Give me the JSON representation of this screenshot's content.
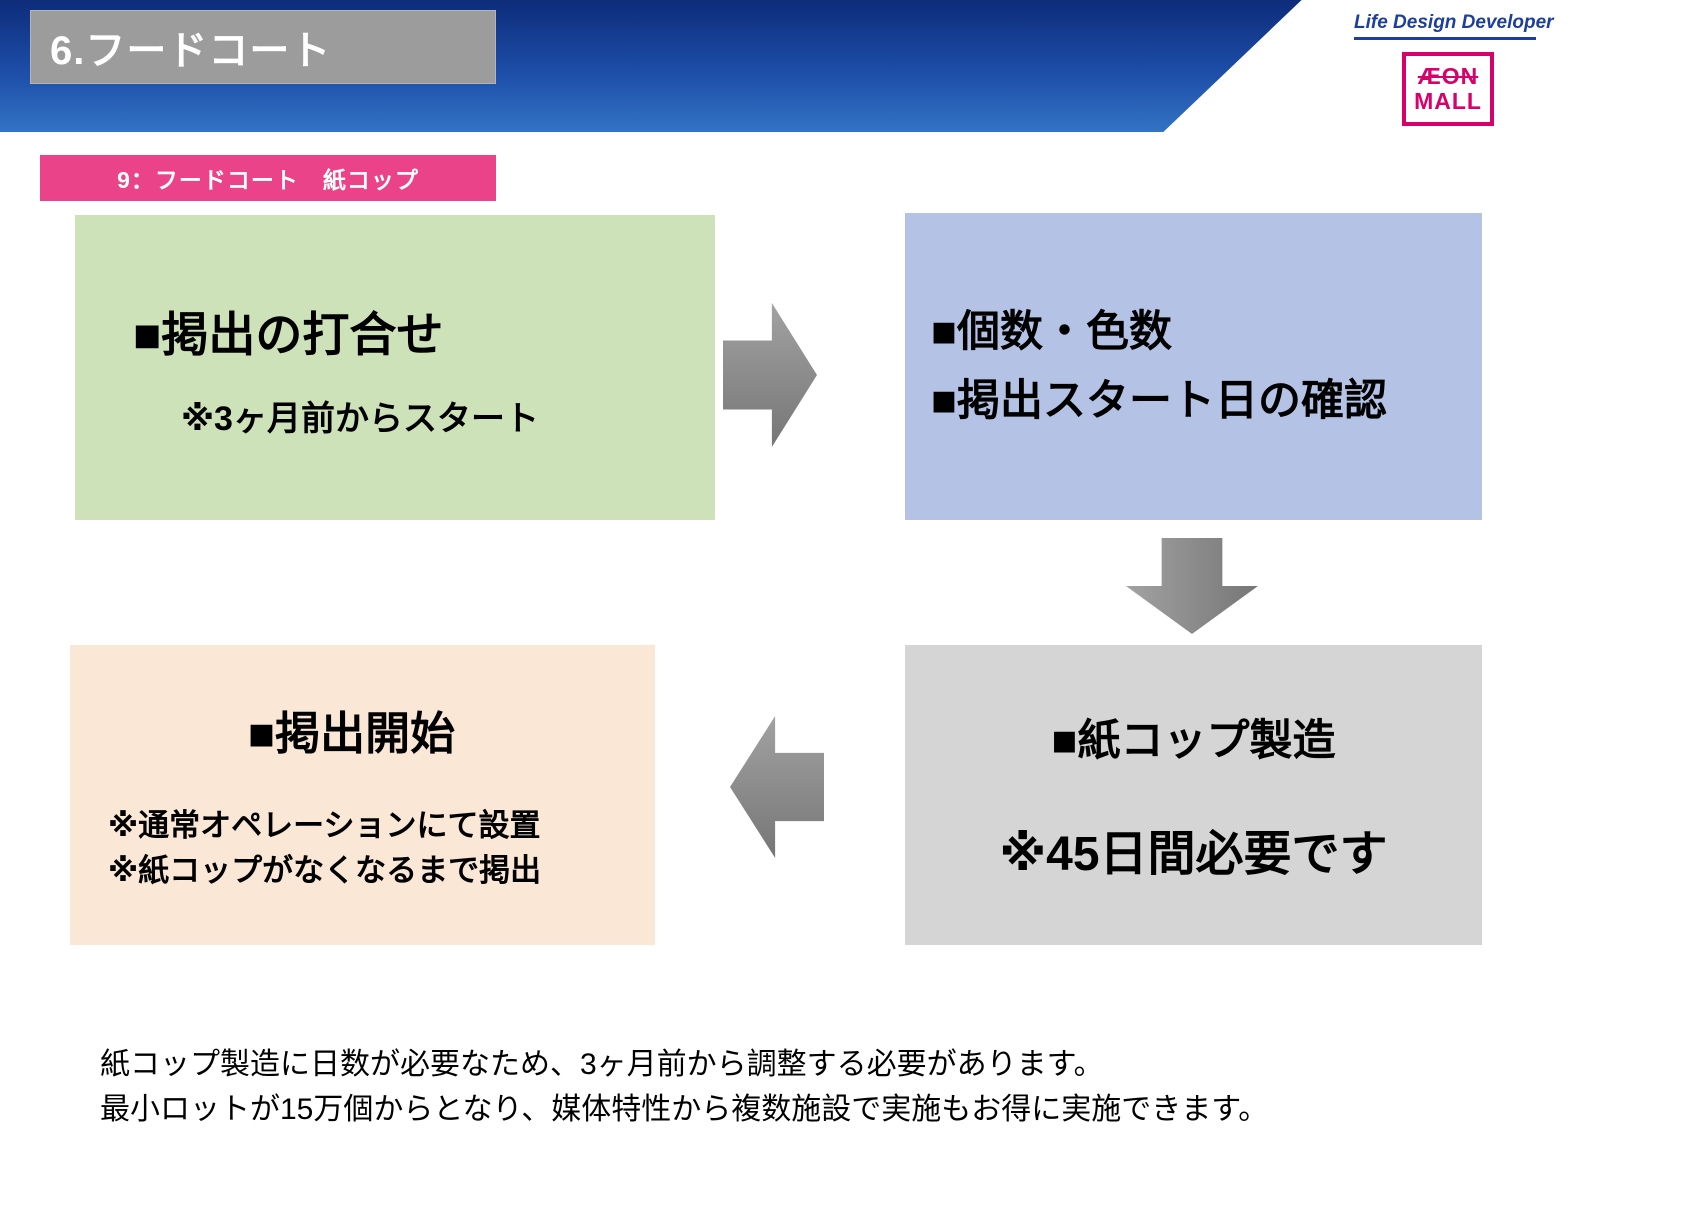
{
  "header": {
    "title": "6.フードコート",
    "life_design_developer": "Life Design Developer",
    "aeon_line1": "ÆON",
    "aeon_line2": "MALL"
  },
  "section_label": "9：フードコート　紙コップ",
  "flowchart": {
    "step1": {
      "title": "■掲出の打合せ",
      "note": "※3ヶ月前からスタート"
    },
    "step2": {
      "line1": "■個数・色数",
      "line2": "■掲出スタート日の確認"
    },
    "step3": {
      "title": "■紙コップ製造",
      "note": "※45日間必要です"
    },
    "step4": {
      "title": "■掲出開始",
      "note1": "※通常オペレーションにて設置",
      "note2": "※紙コップがなくなるまで掲出"
    },
    "arrow_sequence": [
      "right",
      "down",
      "left"
    ]
  },
  "footer": {
    "line1": "紙コップ製造に日数が必要なため、3ヶ月前から調整する必要があります。",
    "line2": "最小ロットが15万個からとなり、媒体特性から複数施設で実施もお得に実施できます。"
  },
  "colors": {
    "header_gradient_top": "#0d2c7a",
    "header_gradient_bottom": "#3273c4",
    "title_box_gray": "#9c9c9c",
    "section_label_pink": "#eb4389",
    "step1_green": "#cde2b8",
    "step2_blue": "#b4c3e5",
    "step3_gray": "#d5d5d5",
    "step4_peach": "#fbe7d5",
    "arrow_gray": "#8f8f8f",
    "aeon_magenta": "#d8006b",
    "ldd_blue": "#1d3e9d",
    "text_black": "#000000"
  }
}
